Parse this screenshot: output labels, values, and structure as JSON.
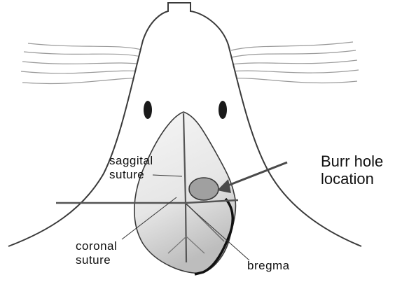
{
  "labels": {
    "burr_hole": [
      "Burr hole",
      "location"
    ],
    "saggital_suture": [
      "saggital",
      "suture"
    ],
    "coronal_suture": [
      "coronal",
      "suture"
    ],
    "bregma": "bregma"
  },
  "colors": {
    "outline": "#3a3a3a",
    "suture": "#555555",
    "skull_fill": "#dcdcdc",
    "burr_hole_fill": "#a0a0a0",
    "arrow": "#4a4a4a",
    "eye": "#1a1a1a"
  }
}
